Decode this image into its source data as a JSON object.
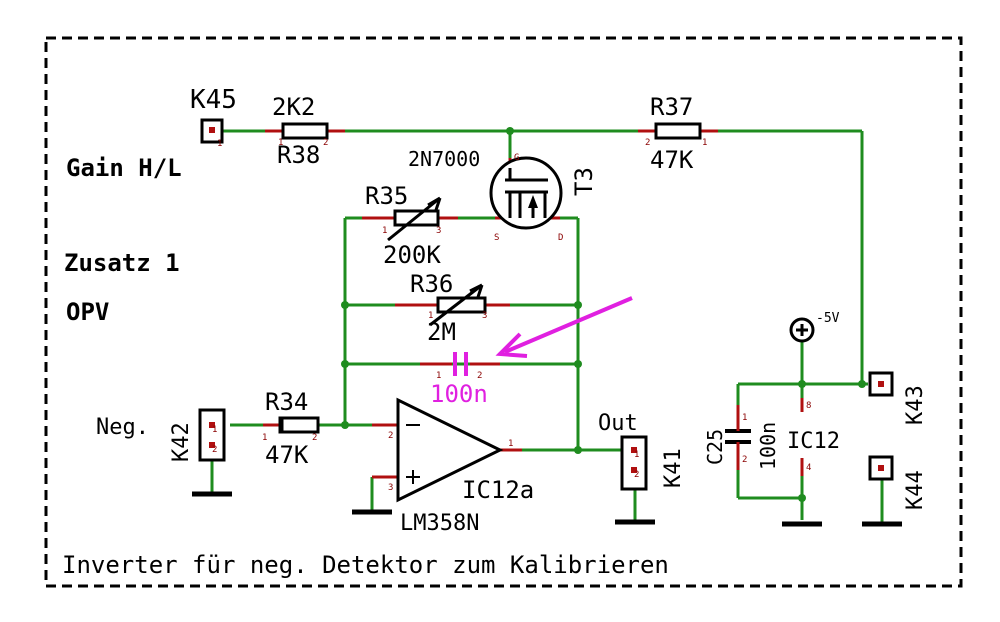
{
  "labels": {
    "gain": "Gain H/L",
    "zusatz": "Zusatz 1",
    "opv": "OPV",
    "footer": "Inverter für neg. Detektor zum Kalibrieren"
  },
  "components": {
    "k45": "K45",
    "r38_value": "2K2",
    "r38_ref": "R38",
    "r37_ref": "R37",
    "r37_value": "47K",
    "t3_type": "2N7000",
    "t3_ref": "T3",
    "r35_ref": "R35",
    "r35_value": "200K",
    "r36_ref": "R36",
    "r36_value": "2M",
    "c_value": "100n",
    "neg_label": "Neg.",
    "k42": "K42",
    "r34_ref": "R34",
    "r34_value": "47K",
    "ic12a": "IC12a",
    "lm358": "LM358N",
    "out_label": "Out",
    "k41": "K41",
    "c25_ref": "C25",
    "c25_value": "100n",
    "ic12": "IC12",
    "k43": "K43",
    "k44": "K44",
    "supply": "-5V"
  },
  "colors": {
    "wire": "#1f8c1f",
    "pin": "#b01010",
    "annotation": "#e020e0",
    "ink": "#000000"
  }
}
